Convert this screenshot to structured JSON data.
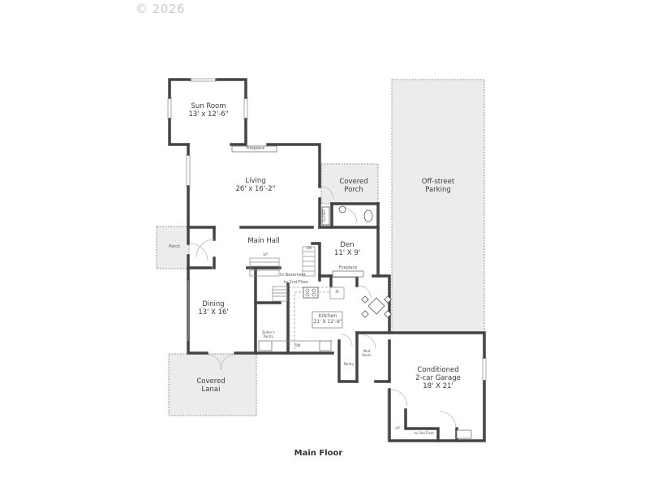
{
  "copyright": "© 2026",
  "floor_title": "Main Floor",
  "rooms": {
    "sun_room": {
      "name": "Sun Room",
      "size": "13' x 12'-6\""
    },
    "living": {
      "name": "Living",
      "size": "26' x 16'-2\""
    },
    "covered_porch": {
      "name": "Covered",
      "name2": "Porch"
    },
    "off_street_parking": {
      "name": "Off-street",
      "name2": "Parking"
    },
    "porch": {
      "name": "Porch"
    },
    "main_hall": {
      "name": "Main Hall"
    },
    "den": {
      "name": "Den",
      "size": "11' X 9'"
    },
    "dining": {
      "name": "Dining",
      "size": "13' X 16'"
    },
    "kitchen": {
      "name": "Kitchen",
      "size": "21' X 12'-9\""
    },
    "butlers_pantry": {
      "name": "Butler's",
      "name2": "Pantry"
    },
    "covered_lanai": {
      "name": "Covered",
      "name2": "Lanai"
    },
    "mud_room": {
      "name": "Mud",
      "name2": "Room"
    },
    "pantry": {
      "name": "Pantry"
    },
    "garage": {
      "name": "Conditioned",
      "name2": "2-car Garage",
      "size": "18' X 21'"
    }
  },
  "annotations": {
    "fireplace_living": "Fireplace",
    "fireplace_den": "Fireplace",
    "closet": "CLOSET",
    "stairs_up": "UP",
    "stairs_dn": "DN",
    "to_basement": "to Basement",
    "to_2nd_floor": "to 2nd Floor",
    "dishwasher": "DW",
    "refrigerator": "RF",
    "garage_up": "UP",
    "garage_to_2nd": "to 2nd Floor"
  }
}
